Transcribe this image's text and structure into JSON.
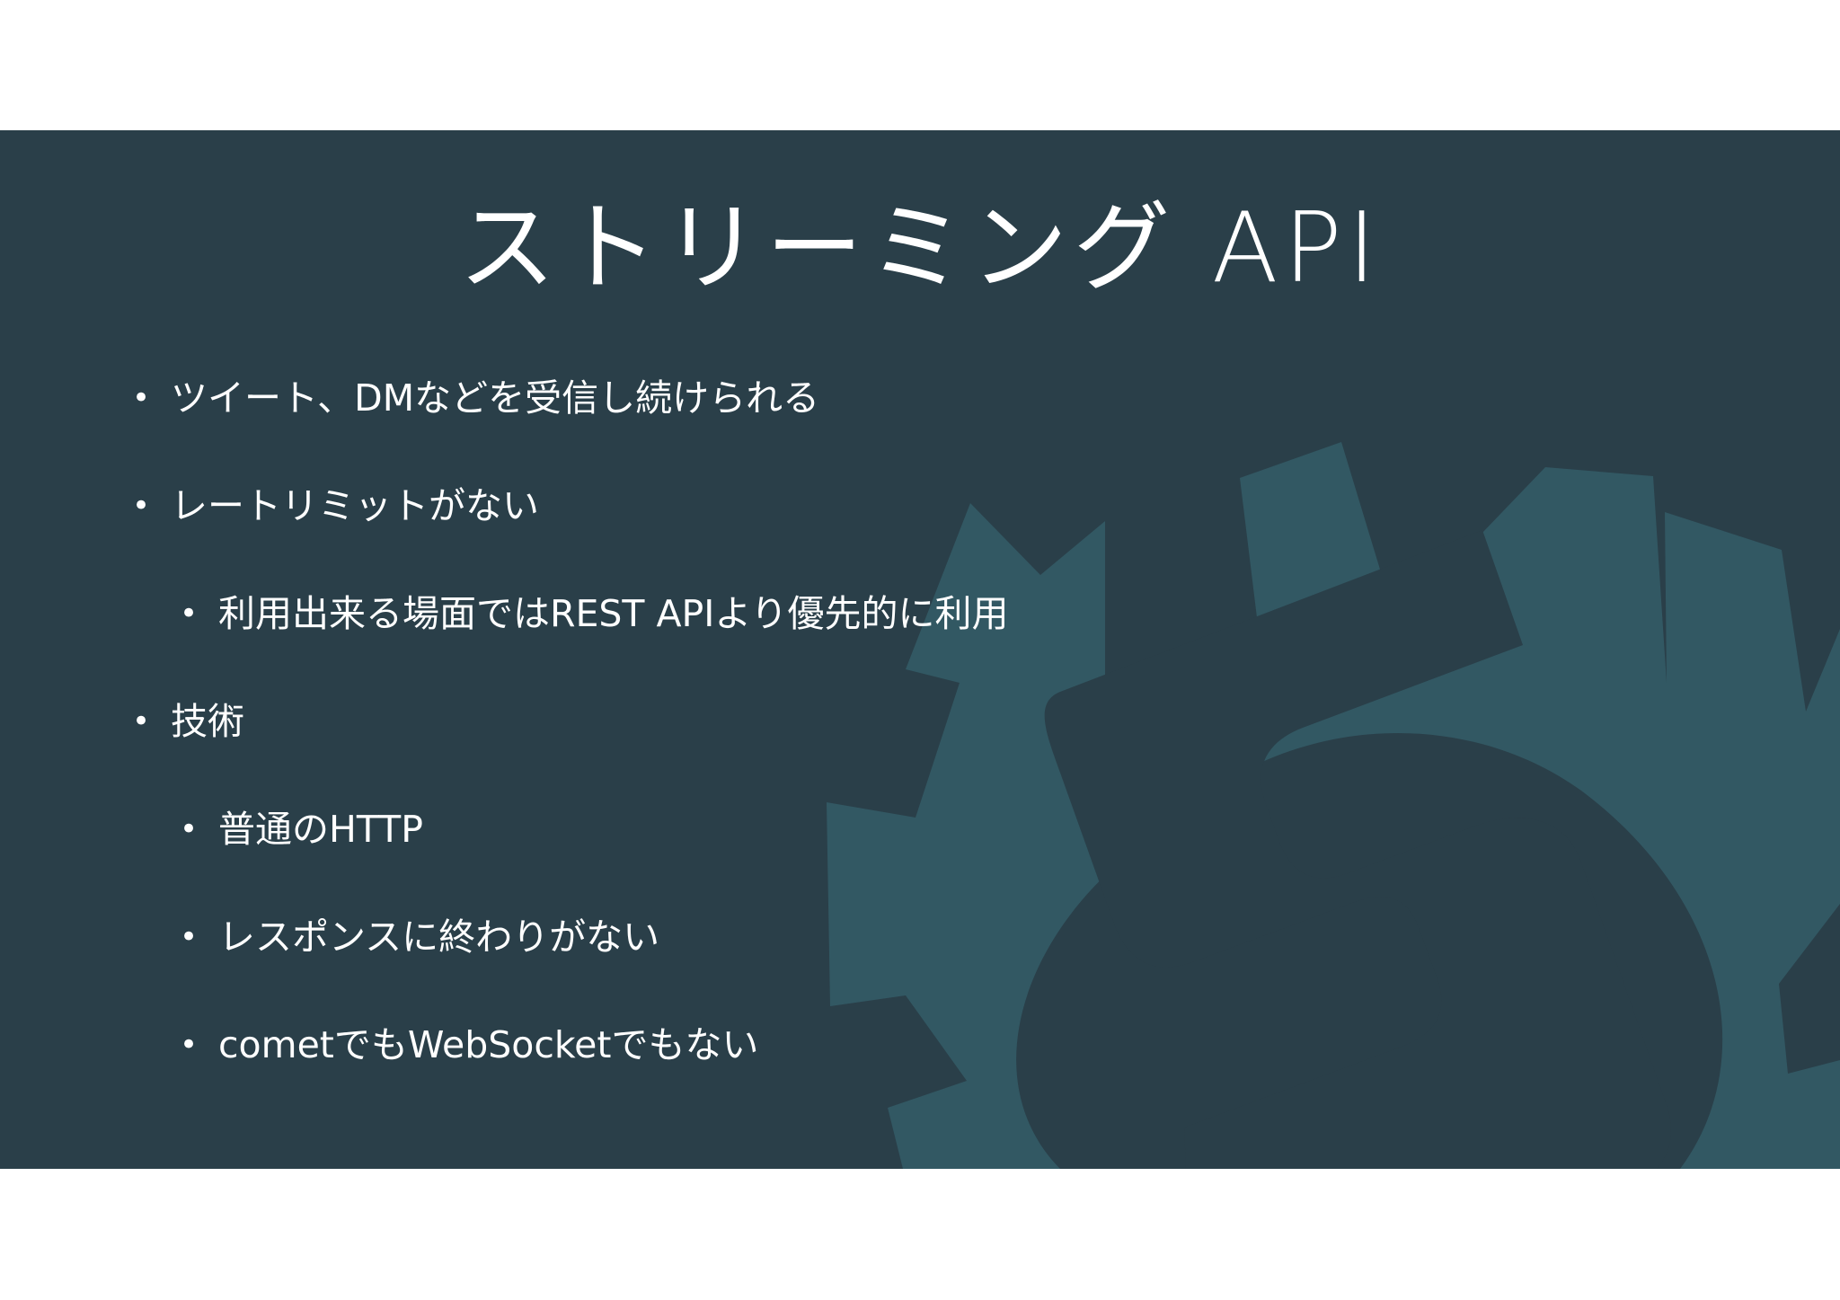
{
  "slide": {
    "title": "ストリーミング API",
    "bullet_glyph": "•",
    "bullets": [
      {
        "text": "ツイート、DMなどを受信し続けられる",
        "level": 1
      },
      {
        "text": "レートリミットがない",
        "level": 1
      },
      {
        "text": "利用出来る場面ではREST APIより優先的に利用",
        "level": 2
      },
      {
        "text": "技術",
        "level": 1
      },
      {
        "text": "普通のHTTP",
        "level": 2
      },
      {
        "text": "レスポンスに終わりがない",
        "level": 2
      },
      {
        "text": "cometでもWebSocketでもない",
        "level": 2
      }
    ]
  },
  "colors": {
    "page_background": "#ffffff",
    "slide_background": "#2a3f49",
    "logo_color": "#325863",
    "text_color": "#ffffff"
  },
  "logo": {
    "icon": "gear-s-logo-icon"
  }
}
